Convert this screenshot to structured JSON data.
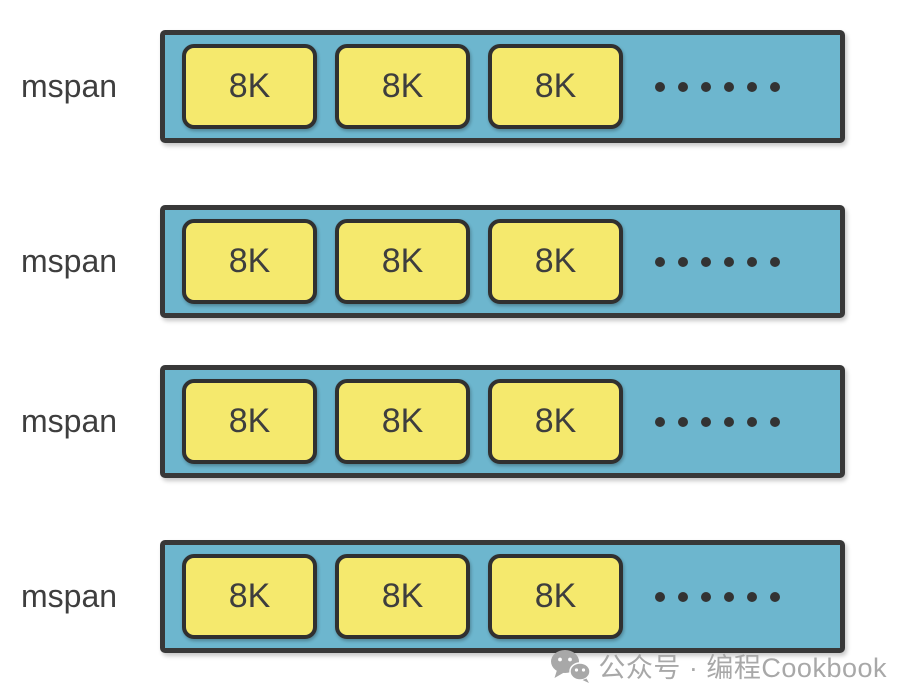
{
  "diagram": {
    "rows": [
      {
        "label": "mspan",
        "blocks": [
          "8K",
          "8K",
          "8K"
        ],
        "ellipsis_dot_count": 6
      },
      {
        "label": "mspan",
        "blocks": [
          "8K",
          "8K",
          "8K"
        ],
        "ellipsis_dot_count": 6
      },
      {
        "label": "mspan",
        "blocks": [
          "8K",
          "8K",
          "8K"
        ],
        "ellipsis_dot_count": 6
      },
      {
        "label": "mspan",
        "blocks": [
          "8K",
          "8K",
          "8K"
        ],
        "ellipsis_dot_count": 6
      }
    ],
    "colors": {
      "background": "#ffffff",
      "row_fill": "#6db6ce",
      "row_border": "#383838",
      "block_fill": "#f5e96d",
      "block_border": "#303030",
      "label_text": "#3e3e3e",
      "block_text": "#3e3e3e",
      "dot": "#333333",
      "watermark": "#a8a8a8"
    }
  },
  "watermark": {
    "icon": "wechat-icon",
    "text": "公众号 · 编程Cookbook"
  }
}
